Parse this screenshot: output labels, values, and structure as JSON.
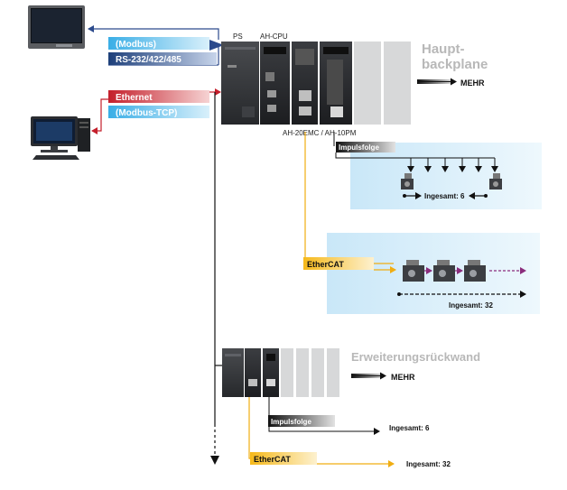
{
  "labels": {
    "ps": "PS",
    "cpu": "AH-CPU",
    "module_pair": "AH-20EMC / AH-10PM",
    "main_backplane_line1": "Haupt-",
    "main_backplane_line2": "backplane",
    "expansion_backplane": "Erweiterungsrückwand",
    "more": "MEHR"
  },
  "protocols": {
    "modbus": "(Modbus)",
    "rs": "RS-232/422/485",
    "ethernet": "Ethernet",
    "modbus_tcp": "(Modbus-TCP)"
  },
  "pulse": {
    "label": "Impulsfolge",
    "total": "Ingesamt: 6"
  },
  "ethercat": {
    "label": "EtherCAT",
    "total": "Ingesamt: 32"
  },
  "colors": {
    "modbus": "#45b7e8",
    "ethernet": "#c8202c",
    "ethercat": "#f5b81c",
    "pulse": "#111111",
    "panel": "#dcf0fb",
    "ghost_slot": "#d9dadb"
  }
}
